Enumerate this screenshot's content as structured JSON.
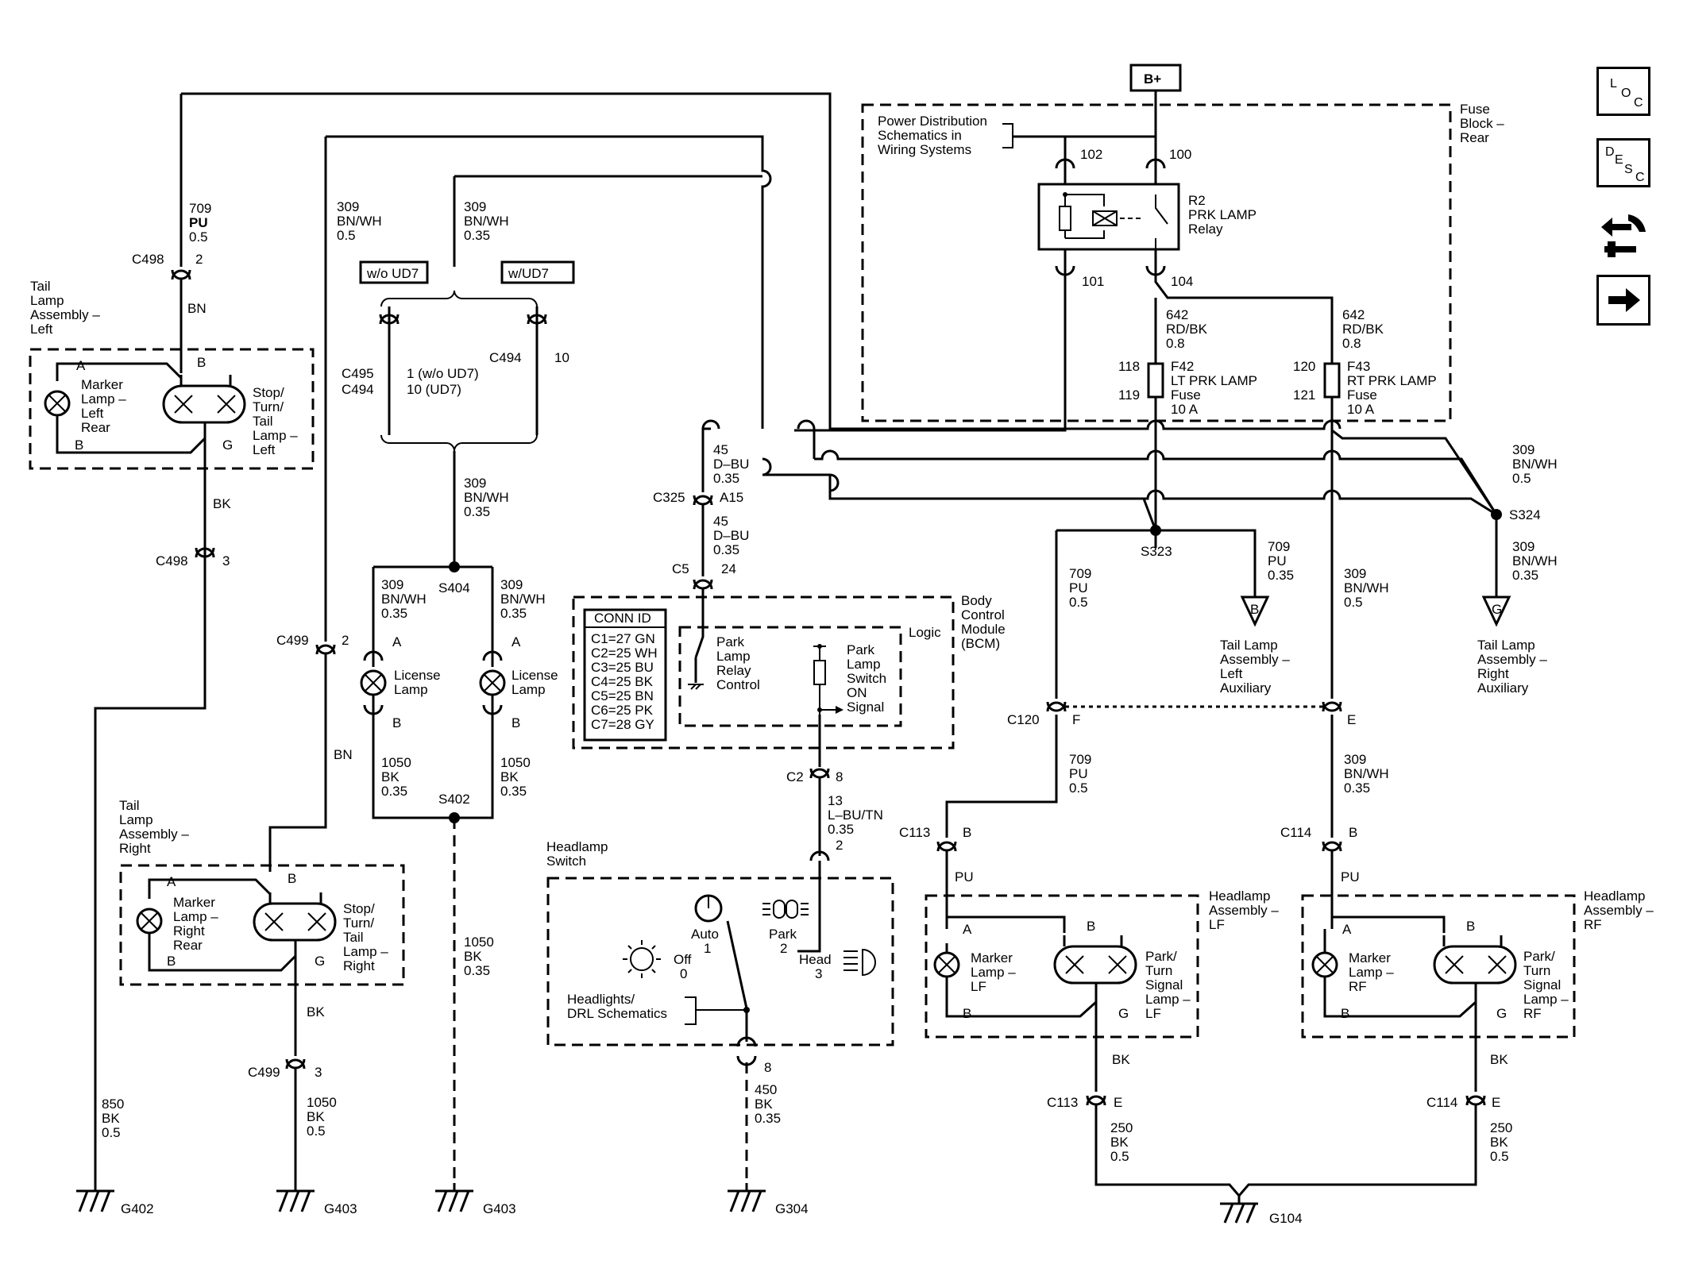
{
  "labels": {
    "bplus": "B+",
    "pds": [
      "Power Distribution",
      "Schematics in",
      "Wiring Systems"
    ],
    "fuse_block": [
      "Fuse",
      "Block –",
      "Rear"
    ],
    "relay": [
      "R2",
      "PRK LAMP",
      "Relay"
    ],
    "pin102": "102",
    "pin100": "100",
    "pin101": "101",
    "pin104": "104",
    "f42_wire": [
      "642",
      "RD/BK",
      "0.8"
    ],
    "f43_wire": [
      "642",
      "RD/BK",
      "0.8"
    ],
    "pin118": "118",
    "pin119": "119",
    "pin120": "120",
    "pin121": "121",
    "f42": [
      "F42",
      "LT PRK LAMP",
      "Fuse",
      "10 A"
    ],
    "f43": [
      "F43",
      "RT PRK LAMP",
      "Fuse",
      "10 A"
    ],
    "w709_top": [
      "709",
      "PU",
      "0.5"
    ],
    "c498_top": "C498",
    "c498_top_pin": "2",
    "bn": "BN",
    "tl_left_title": [
      "Tail",
      "Lamp",
      "Assembly –",
      "Left"
    ],
    "marker_left_rear": [
      "Marker",
      "Lamp –",
      "Left",
      "Rear"
    ],
    "stop_left": [
      "Stop/",
      "Turn/",
      "Tail",
      "Lamp –",
      "Left"
    ],
    "pinA": "A",
    "pinB": "B",
    "pinG": "G",
    "pinE": "E",
    "pinF": "F",
    "bk": "BK",
    "c498_bot": "C498",
    "c498_bot_pin": "3",
    "w850": [
      "850",
      "BK",
      "0.5"
    ],
    "g402": "G402",
    "w309_a": [
      "309",
      "BN/WH",
      "0.5"
    ],
    "w309_b": [
      "309",
      "BN/WH",
      "0.35"
    ],
    "wo_ud7": "w/o UD7",
    "w_ud7": "w/UD7",
    "c495": "C495",
    "c494a": "C494",
    "c494b": "C494",
    "pin_wo": "1 (w/o UD7)",
    "pin_ud7": "10 (UD7)",
    "pin10": "10",
    "w309_c": [
      "309",
      "BN/WH",
      "0.35"
    ],
    "s404": "S404",
    "w309_d": [
      "309",
      "BN/WH",
      "0.35"
    ],
    "w309_e": [
      "309",
      "BN/WH",
      "0.35"
    ],
    "license": [
      "License",
      "Lamp"
    ],
    "w1050_a": [
      "1050",
      "BK",
      "0.35"
    ],
    "w1050_b": [
      "1050",
      "BK",
      "0.35"
    ],
    "s402": "S402",
    "w1050_c": [
      "1050",
      "BK",
      "0.35"
    ],
    "g403a": "G403",
    "g403b": "G403",
    "c499_top": "C499",
    "c499_top_pin": "2",
    "tl_right_title": [
      "Tail",
      "Lamp",
      "Assembly –",
      "Right"
    ],
    "marker_right_rear": [
      "Marker",
      "Lamp –",
      "Right",
      "Rear"
    ],
    "stop_right": [
      "Stop/",
      "Turn/",
      "Tail",
      "Lamp –",
      "Right"
    ],
    "c499_bot": "C499",
    "c499_bot_pin": "3",
    "w1050_d": [
      "1050",
      "BK",
      "0.5"
    ],
    "w45_a": [
      "45",
      "D–BU",
      "0.35"
    ],
    "c325": "C325",
    "a15": "A15",
    "w45_b": [
      "45",
      "D–BU",
      "0.35"
    ],
    "c5": "C5",
    "pin24": "24",
    "bcm": [
      "Body",
      "Control",
      "Module",
      "(BCM)"
    ],
    "logic": "Logic",
    "conn_id": "CONN ID",
    "conn_rows": [
      "C1=27 GN",
      "C2=25 WH",
      "C3=25 BU",
      "C4=25 BK",
      "C5=25 BN",
      "C6=25 PK",
      "C7=28 GY"
    ],
    "relay_ctrl": [
      "Park",
      "Lamp",
      "Relay",
      "Control"
    ],
    "sw_signal": [
      "Park",
      "Lamp",
      "Switch",
      "ON",
      "Signal"
    ],
    "c2": "C2",
    "pin8": "8",
    "w13": [
      "13",
      "L–BU/TN",
      "0.35"
    ],
    "pin2": "2",
    "hl_switch": [
      "Headlamp",
      "Switch"
    ],
    "auto": [
      "Auto",
      "1"
    ],
    "off": [
      "Off",
      "0"
    ],
    "park": [
      "Park",
      "2"
    ],
    "head": [
      "Head",
      "3"
    ],
    "hl_drl": [
      "Headlights/",
      "DRL Schematics"
    ],
    "pin8b": "8",
    "w450": [
      "450",
      "BK",
      "0.35"
    ],
    "g304": "G304",
    "s323": "S323",
    "w709_b": [
      "709",
      "PU",
      "0.35"
    ],
    "w709_c": [
      "709",
      "PU",
      "0.5"
    ],
    "tl_left_aux": [
      "Tail Lamp",
      "Assembly –",
      "Left",
      "Auxiliary"
    ],
    "w309_f": [
      "309",
      "BN/WH",
      "0.5"
    ],
    "w309_g": [
      "309",
      "BN/WH",
      "0.5"
    ],
    "s324": "S324",
    "w309_h": [
      "309",
      "BN/WH",
      "0.35"
    ],
    "tl_right_aux": [
      "Tail Lamp",
      "Assembly –",
      "Right",
      "Auxiliary"
    ],
    "c120": "C120",
    "w709_d": [
      "709",
      "PU",
      "0.5"
    ],
    "w309_i": [
      "309",
      "BN/WH",
      "0.35"
    ],
    "c113a": "C113",
    "c114a": "C114",
    "pu": "PU",
    "hl_lf": [
      "Headlamp",
      "Assembly –",
      "LF"
    ],
    "hl_rf": [
      "Headlamp",
      "Assembly –",
      "RF"
    ],
    "marker_lf": [
      "Marker",
      "Lamp –",
      "LF"
    ],
    "marker_rf": [
      "Marker",
      "Lamp –",
      "RF"
    ],
    "park_lf": [
      "Park/",
      "Turn",
      "Signal",
      "Lamp –",
      "LF"
    ],
    "park_rf": [
      "Park/",
      "Turn",
      "Signal",
      "Lamp –",
      "RF"
    ],
    "c113b": "C113",
    "c114b": "C114",
    "w250_a": [
      "250",
      "BK",
      "0.5"
    ],
    "w250_b": [
      "250",
      "BK",
      "0.5"
    ],
    "g104": "G104"
  },
  "nav": {
    "loc": [
      "L",
      "O",
      "C"
    ],
    "desc": [
      "D",
      "E",
      "S",
      "C"
    ]
  }
}
